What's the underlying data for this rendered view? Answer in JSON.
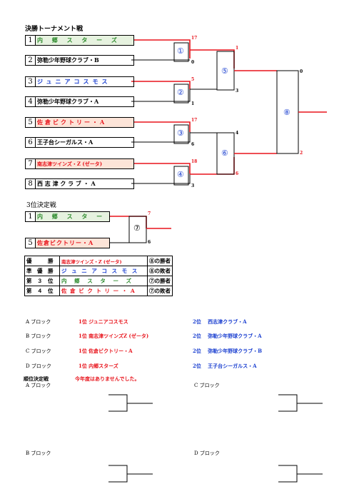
{
  "tournament": {
    "title": "決勝トーナメント戦",
    "entries": [
      {
        "seed": "1",
        "team": "内 郷 ス タ ー ズ",
        "style": "green",
        "score": "17"
      },
      {
        "seed": "2",
        "team": "弥勒少年野球クラブ・B",
        "style": "black",
        "score": "0"
      },
      {
        "seed": "3",
        "team": "ジュニアコスモス",
        "style": "blue",
        "score": "5"
      },
      {
        "seed": "4",
        "team": "弥勒少年野球クラブ・A",
        "style": "black",
        "score": "1"
      },
      {
        "seed": "5",
        "team": "佐倉ビクトリー・A",
        "style": "red",
        "score": "17"
      },
      {
        "seed": "6",
        "team": "王子台シーガルス・A",
        "style": "black",
        "score": "6"
      },
      {
        "seed": "7",
        "team": "南志津ツインズ・Z (ゼータ)",
        "style": "red",
        "score": "18"
      },
      {
        "seed": "8",
        "team": "西 志 津 ク ラ ブ ・ A",
        "style": "black",
        "score": "3"
      }
    ],
    "games": {
      "g1": "①",
      "g2": "②",
      "g3": "③",
      "g4": "④",
      "g5": "⑤",
      "g6": "⑥",
      "g8": "⑧"
    },
    "semi_scores": {
      "g5_top": "1",
      "g5_bot": "3",
      "g6_top": "4",
      "g6_bot": "6"
    },
    "final_scores": {
      "top": "0",
      "bot": "2"
    }
  },
  "third_place": {
    "title": "3位決定戦",
    "entries": [
      {
        "seed": "1",
        "team": "内 郷 ス タ ー ズ",
        "style": "green",
        "score": "7"
      },
      {
        "seed": "5",
        "team": "佐倉ビクトリー・A",
        "style": "red",
        "score": "6"
      }
    ],
    "game": "⑦"
  },
  "results": [
    {
      "rank": "優　　　勝",
      "team": "南志津ツインズ・Z (ゼータ)",
      "style": "red",
      "note": "⑧の勝者"
    },
    {
      "rank": "準　優　勝",
      "team": "ジ ュ ニ ア コ ス モ ス",
      "style": "blue",
      "note": "⑧の敗者"
    },
    {
      "rank": "第　３　位",
      "team": "内 郷 ス タ ー ズ",
      "style": "green",
      "note": "⑦の勝者"
    },
    {
      "rank": "第　４　位",
      "team": "佐 倉 ビ ク ト リ ー ・ A",
      "style": "red",
      "note": "⑦の敗者"
    }
  ],
  "blocks": [
    {
      "name": "A ブロック",
      "first_label": "1位",
      "first": "ジュニアコスモス",
      "second_label": "2位",
      "second": "西志津クラブ・A"
    },
    {
      "name": "B ブロック",
      "first_label": "1位",
      "first": "南志津ツインズZ (ゼータ)",
      "second_label": "2位",
      "second": "弥勒少年野球クラブ・A"
    },
    {
      "name": "C ブロック",
      "first_label": "1位",
      "first": "佐倉ビクトリー・A",
      "second_label": "2位",
      "second": "弥勒少年野球クラブ・B"
    },
    {
      "name": "D ブロック",
      "first_label": "1位",
      "first": "内郷スターズ",
      "second_label": "2位",
      "second": "王子台シーガルス・A"
    }
  ],
  "placement": {
    "title": "順位決定戦",
    "note": "今年度はありませんでした。",
    "labels": [
      "A ブロック",
      "C ブロック",
      "B ブロック",
      "D ブロック"
    ]
  },
  "colors": {
    "win_line": "#e8141c",
    "green_fill": "#e6f2df",
    "red_fill": "#fde4d8"
  }
}
